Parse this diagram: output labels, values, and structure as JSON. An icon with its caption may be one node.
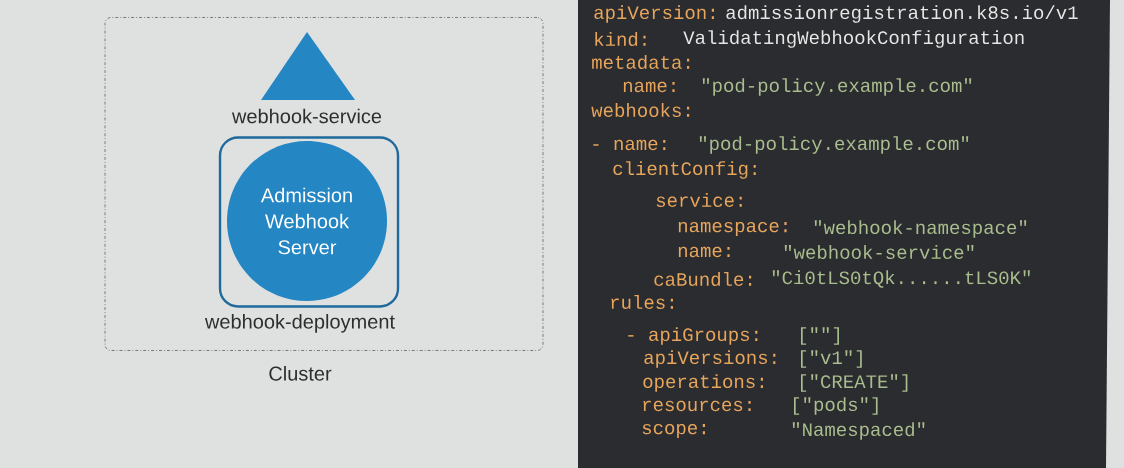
{
  "diagram": {
    "nodes": [
      {
        "text": [
          "Cluster"
        ]
      },
      {
        "text": [],
        "shape": "triangle",
        "beside": [
          "webhook-service"
        ],
        "in": 0
      },
      {
        "text": [
          "webhook-deployment"
        ],
        "in": 0
      },
      {
        "text": [
          "Admission Webhook Server"
        ],
        "in": 2
      }
    ],
    "labels": [
      "apiVersion:",
      "admissionregistration.k8s.io/v1",
      "kind:",
      "ValidatingWebhookConfiguration",
      "metadata:",
      "name:",
      "\"pod-policy.example.com\"",
      "webhooks:",
      "- name:",
      "\"pod-policy.example.com\"",
      "clientConfig:",
      "service:",
      "namespace:",
      "\"webhook-namespace\"",
      "name:",
      "\"webhook-service\"",
      "caBundle:",
      "\"Ci0tLS0tQk......tLS0K\"",
      "rules:",
      "- apiGroups:",
      "[\"\"]",
      "apiVersions:",
      "[\"v1\"]",
      "operations:",
      "[\"CREATE\"]",
      "resources:",
      "[\"pods\"]",
      "scope:",
      "\"Namespaced\""
    ]
  }
}
